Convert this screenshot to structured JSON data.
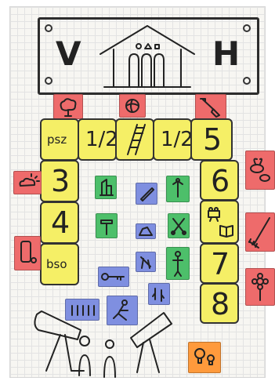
{
  "header": {
    "left_letter": "V",
    "right_letter": "H"
  },
  "tiles": {
    "psz": "psz",
    "half_left": "1/2",
    "half_right": "1/2",
    "five": "5",
    "three": "3",
    "six": "6",
    "four": "4",
    "bso": "bso",
    "seven": "7",
    "eight": "8"
  },
  "colors": {
    "poster_bg": "#f7f6f2",
    "tile_yellow": "#f5ef66",
    "card_pink": "#ee6b6b",
    "card_green": "#4dbf6a",
    "card_blue": "#7f8fe0",
    "card_orange": "#ff9a3c"
  },
  "icons": {
    "top_cards": [
      "tree-icon",
      "ball-icon",
      "shovel-icon"
    ],
    "side_cards": [
      "sun-cloud-icon",
      "bees-icon",
      "eraser-icon",
      "rake-icon",
      "flower-icon"
    ],
    "center_cards": [
      "building-icon",
      "pencil-icon",
      "shirt-icon",
      "hammer-icon",
      "iron-icon",
      "scissors-icon",
      "swing-icon",
      "person-icon",
      "key-icon",
      "runner-icon",
      "walkers-icon",
      "crowd-icon",
      "lightbulbs-icon",
      "camera-icon",
      "book-icon"
    ],
    "bottom": [
      "left-telescope-icon",
      "right-telescope-icon"
    ]
  }
}
